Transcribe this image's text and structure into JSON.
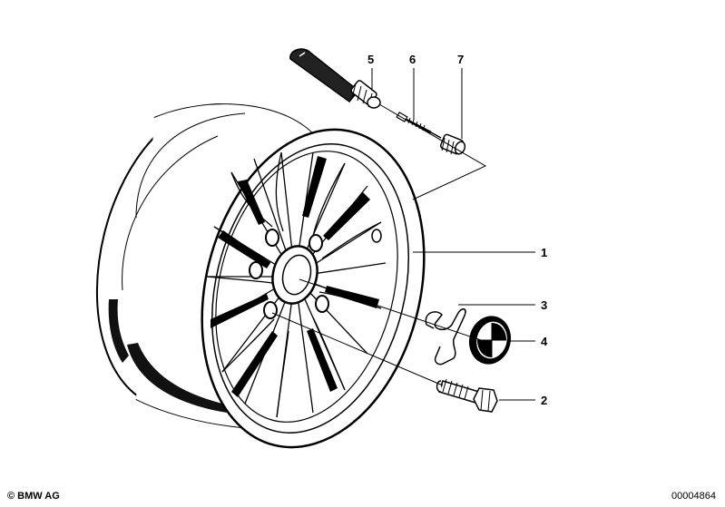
{
  "callouts": [
    {
      "id": "1",
      "label": "1"
    },
    {
      "id": "2",
      "label": "2"
    },
    {
      "id": "3",
      "label": "3"
    },
    {
      "id": "4",
      "label": "4"
    },
    {
      "id": "5",
      "label": "5"
    },
    {
      "id": "6",
      "label": "6"
    },
    {
      "id": "7",
      "label": "7"
    }
  ],
  "footer": {
    "copyright": "© BMW AG",
    "doc_number": "00004864"
  }
}
